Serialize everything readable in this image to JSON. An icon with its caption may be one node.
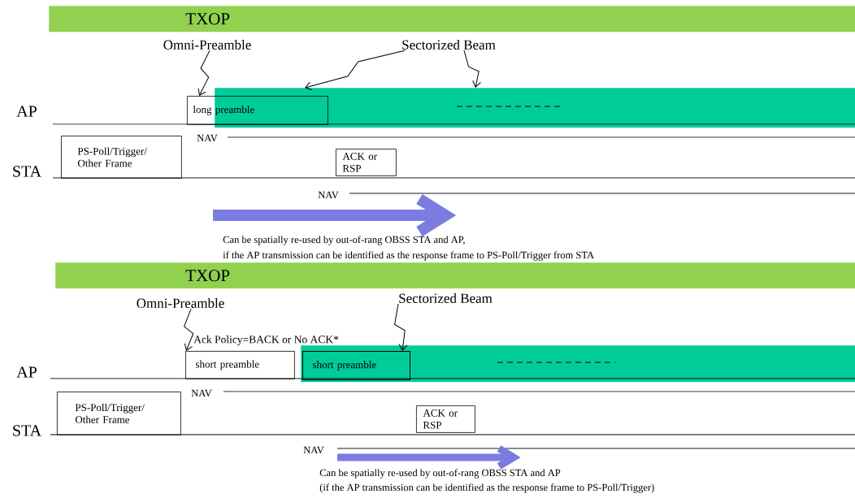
{
  "diagram": {
    "nodes": [
      {
        "text": [
          "TXOP"
        ]
      },
      {
        "text": [
          "Omni-Preamble"
        ]
      },
      {
        "text": [
          "Sectorized Beam"
        ]
      },
      {
        "text": [
          "long preamble"
        ]
      },
      {
        "text": [],
        "shape": "bar"
      },
      {
        "text": [
          "PS-Poll/Trigger/ Other Frame"
        ]
      },
      {
        "text": [
          "ACK or RSP"
        ]
      },
      {
        "text": [
          "TXOP"
        ]
      },
      {
        "text": [
          "Omni-Preamble"
        ]
      },
      {
        "text": [
          "Sectorized Beam"
        ]
      },
      {
        "text": [
          "short preamble"
        ]
      },
      {
        "text": [],
        "shape": "bar"
      },
      {
        "text": [
          "short preamble"
        ],
        "in": 11
      },
      {
        "text": [
          "PS-Poll/Trigger/ Other Frame"
        ]
      },
      {
        "text": [
          "ACK or RSP"
        ]
      }
    ],
    "edges": [
      {
        "from": 1,
        "to": 3,
        "arrow": "to"
      },
      {
        "from": 2,
        "to": 4,
        "arrow": "to"
      },
      {
        "from": 2,
        "to": 4,
        "arrow": "to"
      },
      {
        "from": 8,
        "to": 10,
        "arrow": "to"
      },
      {
        "from": 9,
        "to": 12,
        "arrow": "to"
      }
    ],
    "labels": [
      "AP",
      "NAV",
      "STA",
      "NAV",
      "Can be spatially re-used by out-of-rang OBSS STA and AP,",
      "if the AP transmission can be identified as the response frame to PS-Poll/Trigger from STA",
      "Ack Policy=BACK or No ACK*",
      "AP",
      "NAV",
      "STA",
      "NAV",
      "Can be spatially re-used by out-of-rang OBSS STA and AP",
      "(if the AP transmission can be identified as the response frame to PS-Poll/Trigger)"
    ]
  }
}
